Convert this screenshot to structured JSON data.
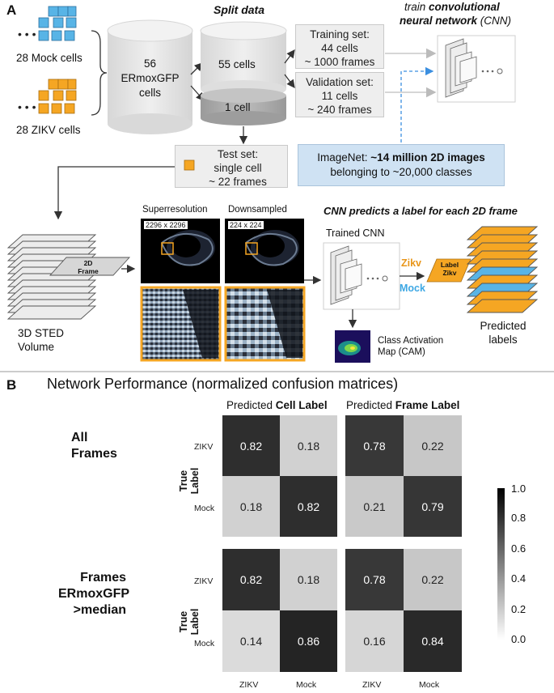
{
  "panel_a": {
    "letter": "A",
    "mock_cells": "28 Mock cells",
    "zikv_cells": "28 ZIKV cells",
    "cylinder_total": [
      "56",
      "ERmoxGFP",
      "cells"
    ],
    "split_title": "Split data",
    "cylinder_55": "55 cells",
    "cylinder_1": "1 cell",
    "training_set": [
      "Training set:",
      "44 cells",
      "~ 1000 frames"
    ],
    "validation_set": [
      "Validation set:",
      "11 cells",
      "~ 240 frames"
    ],
    "cnn_title_italic": "train",
    "cnn_title_bold": "convolutional",
    "cnn_title_line2_bold": "neural network",
    "cnn_title_line2_italic": "(CNN)",
    "test_set": [
      "Test set:",
      "single cell",
      "~ 22 frames"
    ],
    "imagenet_prefix": "ImageNet: ",
    "imagenet_bold": "~14 million 2D images",
    "imagenet_line2": "belonging to ~20,000 classes",
    "superres_label": "Superresolution",
    "superres_size": "2296 x 2296",
    "downsampled_label": "Downsampled",
    "downsampled_size": "224 x 224",
    "predict_title": "CNN predicts a label for each 2D frame",
    "frame_2d": [
      "2D",
      "Frame"
    ],
    "sted_volume": [
      "3D STED",
      "Volume"
    ],
    "trained_cnn": "Trained CNN",
    "zikv_label": "Zikv",
    "mock_label": "Mock",
    "label_box": [
      "Label",
      "Zikv"
    ],
    "predicted_labels": [
      "Predicted",
      "labels"
    ],
    "cam_label": [
      "Class Activation",
      "Map (CAM)"
    ],
    "colors": {
      "mock_blue": "#58b4e6",
      "zikv_orange": "#f5a623",
      "imagenet_bg": "#cfe2f3"
    }
  },
  "panel_b": {
    "letter": "B",
    "title": "Network Performance (normalized confusion matrices)",
    "col_header_cell_prefix": "Predicted ",
    "col_header_cell_bold": "Cell Label",
    "col_header_frame_prefix": "Predicted ",
    "col_header_frame_bold": "Frame Label",
    "row1_label": [
      "All",
      "Frames"
    ],
    "row2_label": [
      "Frames",
      "ERmoxGFP",
      ">median"
    ],
    "true_label": "True Label",
    "y_ticks": [
      "ZIKV",
      "Mock"
    ],
    "x_ticks": [
      "ZIKV",
      "Mock"
    ],
    "colorbar_ticks": [
      "1.0",
      "0.8",
      "0.6",
      "0.4",
      "0.2",
      "0.0"
    ]
  },
  "chart_data": [
    {
      "type": "heatmap",
      "title": "Predicted Cell Label",
      "subset": "All Frames",
      "ylabel": "True Label",
      "rows": [
        "ZIKV",
        "Mock"
      ],
      "cols": [
        "ZIKV",
        "Mock"
      ],
      "values": [
        [
          0.82,
          0.18
        ],
        [
          0.18,
          0.82
        ]
      ],
      "vmin": 0.0,
      "vmax": 1.0
    },
    {
      "type": "heatmap",
      "title": "Predicted Frame Label",
      "subset": "All Frames",
      "ylabel": "True Label",
      "rows": [
        "ZIKV",
        "Mock"
      ],
      "cols": [
        "ZIKV",
        "Mock"
      ],
      "values": [
        [
          0.78,
          0.22
        ],
        [
          0.21,
          0.79
        ]
      ],
      "vmin": 0.0,
      "vmax": 1.0
    },
    {
      "type": "heatmap",
      "title": "Predicted Cell Label",
      "subset": "Frames ERmoxGFP >median",
      "ylabel": "True Label",
      "rows": [
        "ZIKV",
        "Mock"
      ],
      "cols": [
        "ZIKV",
        "Mock"
      ],
      "values": [
        [
          0.82,
          0.18
        ],
        [
          0.14,
          0.86
        ]
      ],
      "vmin": 0.0,
      "vmax": 1.0
    },
    {
      "type": "heatmap",
      "title": "Predicted Frame Label",
      "subset": "Frames ERmoxGFP >median",
      "ylabel": "True Label",
      "rows": [
        "ZIKV",
        "Mock"
      ],
      "cols": [
        "ZIKV",
        "Mock"
      ],
      "values": [
        [
          0.78,
          0.22
        ],
        [
          0.16,
          0.84
        ]
      ],
      "vmin": 0.0,
      "vmax": 1.0
    }
  ]
}
